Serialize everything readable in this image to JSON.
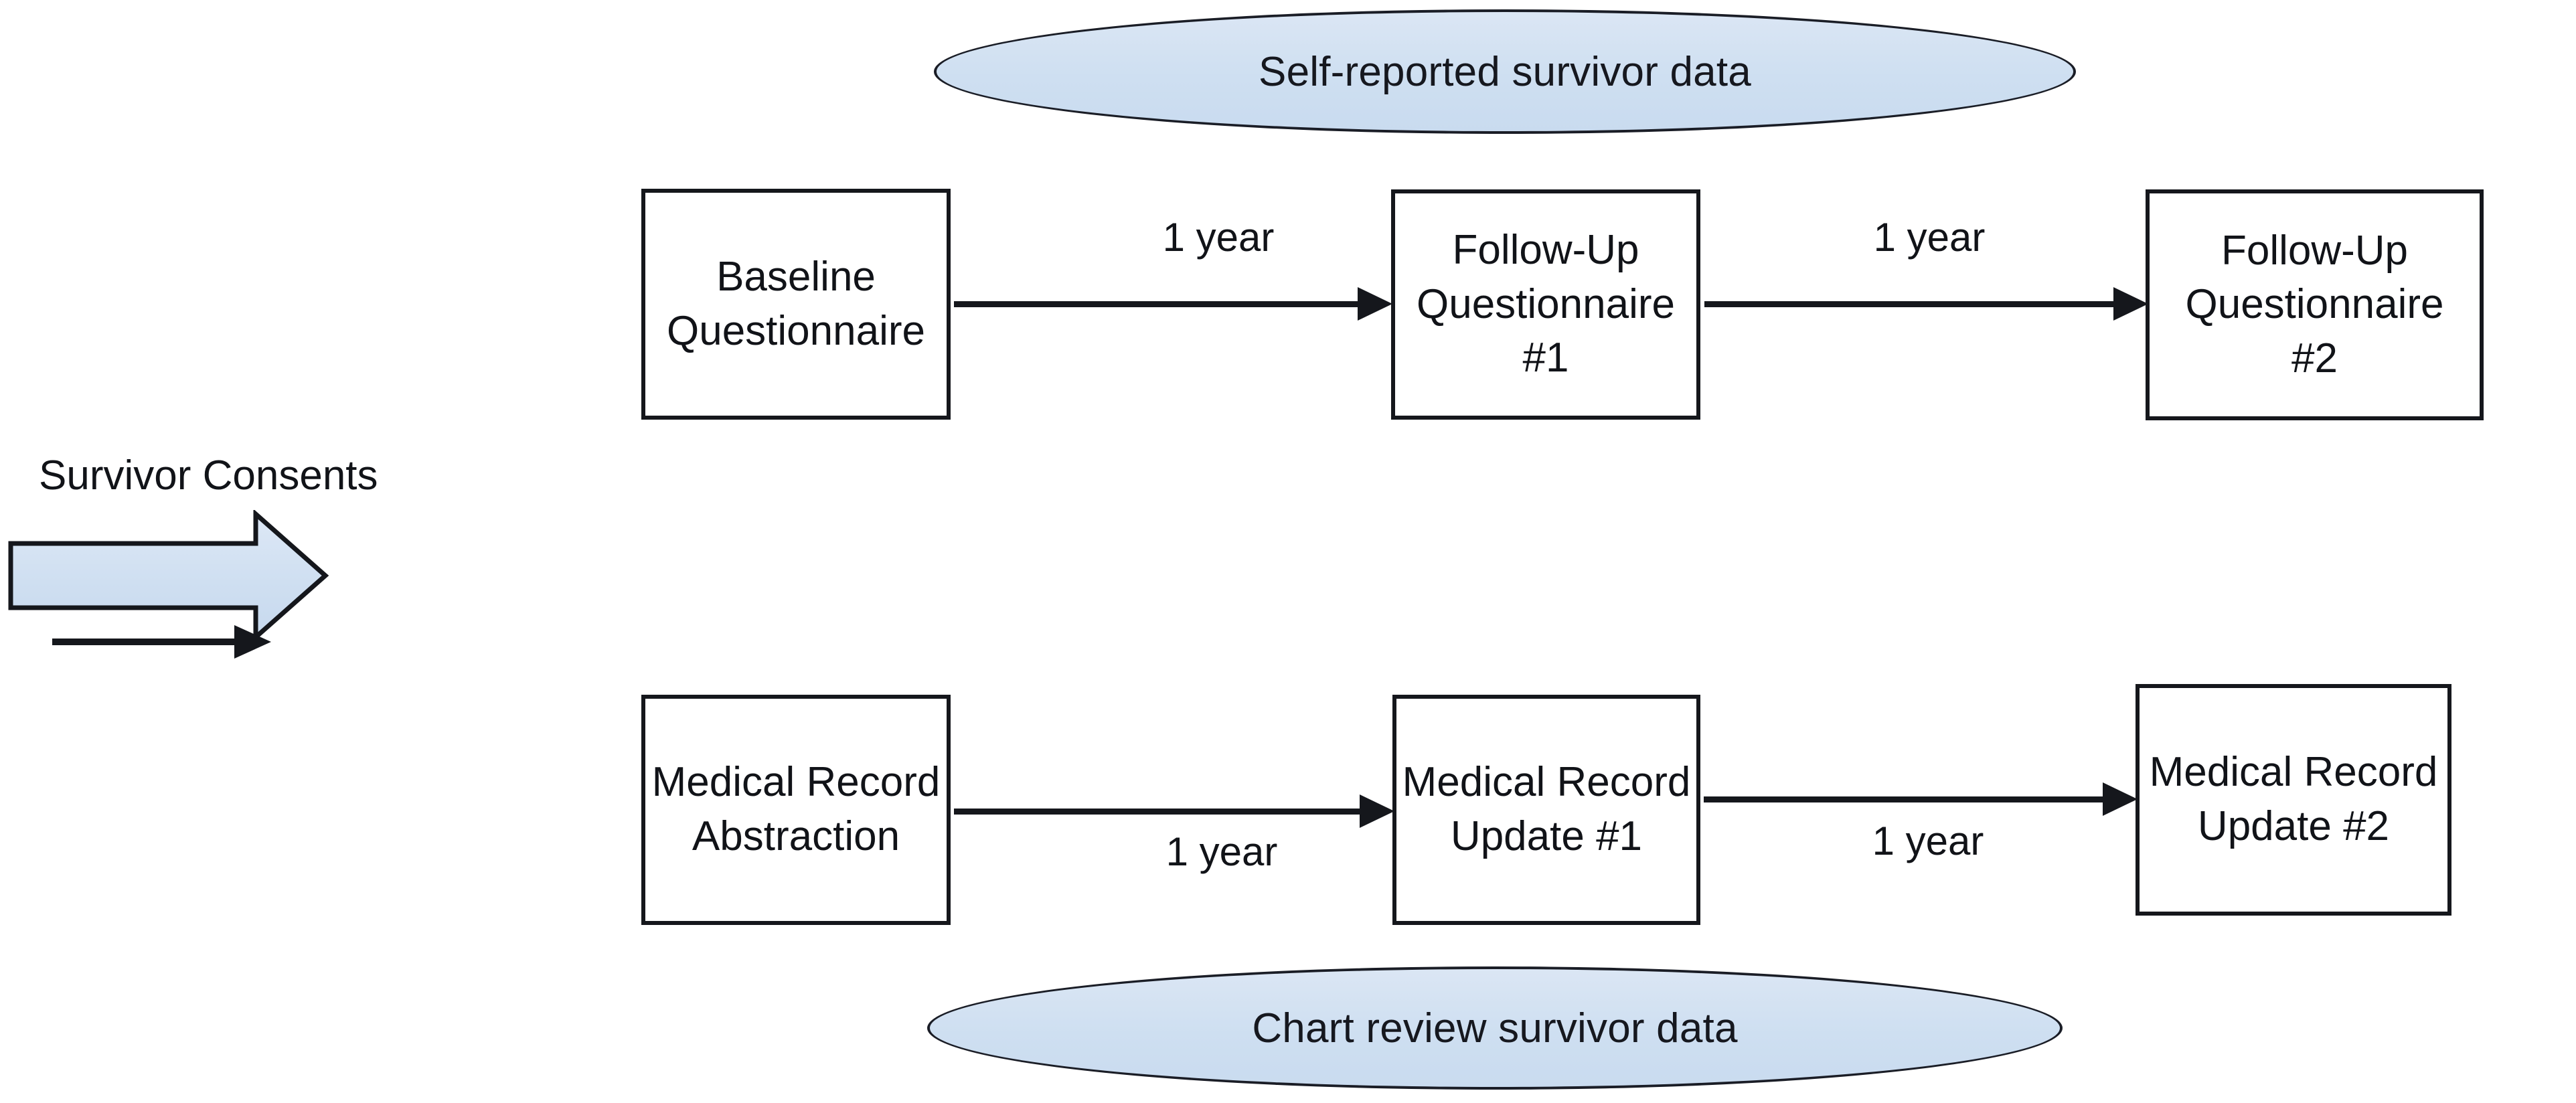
{
  "diagram": {
    "title_top_band": "Self-reported survivor data",
    "title_bottom_band": "Chart review survivor data",
    "entry": {
      "label": "Survivor Consents"
    },
    "colors": {
      "band_fill": "#cedff1",
      "band_stroke": "#1a1d26",
      "box_stroke": "#15171c",
      "box_fill": "#ffffff",
      "arrow": "#15171c",
      "text": "#111318"
    },
    "top_track": {
      "band_label": "Self-reported survivor data",
      "nodes": [
        {
          "id": "baseline-questionnaire",
          "label": "Baseline\nQuestionnaire"
        },
        {
          "id": "follow-up-questionnaire-1",
          "label": "Follow-Up\nQuestionnaire\n#1"
        },
        {
          "id": "follow-up-questionnaire-2",
          "label": "Follow-Up\nQuestionnaire\n#2"
        }
      ],
      "edges": [
        {
          "id": "top-edge-1",
          "label": "1 year",
          "label_position": "above"
        },
        {
          "id": "top-edge-2",
          "label": "1 year",
          "label_position": "above"
        }
      ]
    },
    "bottom_track": {
      "band_label": "Chart review survivor data",
      "nodes": [
        {
          "id": "medical-record-abstraction",
          "label": "Medical Record\nAbstraction"
        },
        {
          "id": "medical-record-update-1",
          "label": "Medical Record\nUpdate #1"
        },
        {
          "id": "medical-record-update-2",
          "label": "Medical Record\nUpdate #2"
        }
      ],
      "edges": [
        {
          "id": "bottom-edge-1",
          "label": "1 year",
          "label_position": "below"
        },
        {
          "id": "bottom-edge-2",
          "label": "1 year",
          "label_position": "below"
        }
      ]
    }
  }
}
